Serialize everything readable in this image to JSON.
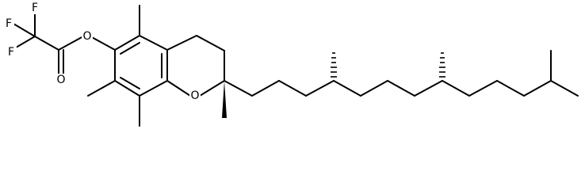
{
  "molecule": {
    "atoms": {
      "f1": "F",
      "f2": "F",
      "f3": "F",
      "o_carbonyl": "O",
      "o_ester": "O",
      "o_ring": "O"
    }
  }
}
